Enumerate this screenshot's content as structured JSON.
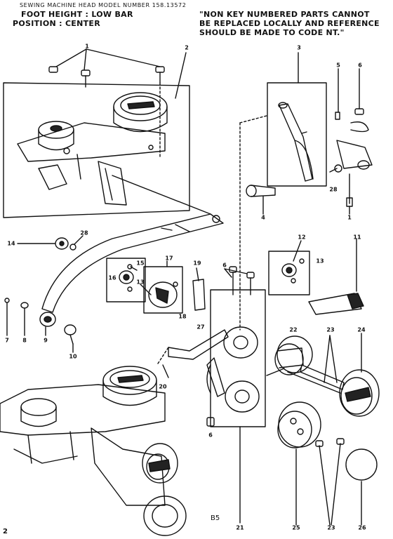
{
  "header": {
    "model_line": "SEWING MACHINE HEAD MODEL NUMBER 158.13572",
    "foot_height": "FOOT HEIGHT : LOW BAR",
    "position": "POSITION : CENTER",
    "notice_line1": "\"NON KEY NUMBERED PARTS CANNOT",
    "notice_line2": "BE REPLACED LOCALLY AND REFERENCE",
    "notice_line3": "SHOULD BE MADE TO CODE NT.\""
  },
  "callouts": [
    "1",
    "2",
    "3",
    "5",
    "6",
    "28",
    "4",
    "1",
    "14",
    "28",
    "12",
    "11",
    "13",
    "15",
    "16",
    "17",
    "19",
    "6",
    "18",
    "27",
    "13",
    "7",
    "8",
    "9",
    "10",
    "22",
    "23",
    "24",
    "20",
    "6",
    "21",
    "25",
    "23",
    "26"
  ],
  "figure_ref": "B5",
  "page_number": "2"
}
